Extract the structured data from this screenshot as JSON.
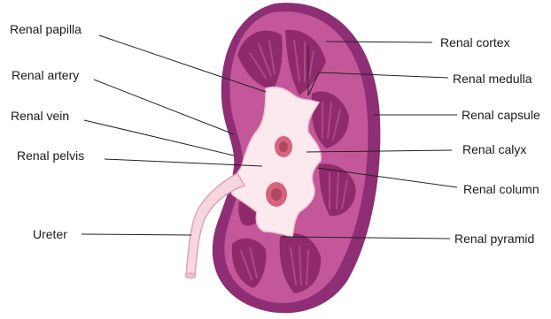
{
  "labels": {
    "renal_papilla": "Renal papilla",
    "renal_artery": "Renal artery",
    "renal_vein": "Renal vein",
    "renal_pelvis": "Renal pelvis",
    "ureter": "Ureter",
    "renal_cortex": "Renal cortex",
    "renal_medulla": "Renal medulla",
    "renal_capsule": "Renal capsule",
    "renal_calyx": "Renal calyx",
    "renal_column": "Renal column",
    "renal_pyramid": "Renal pyramid"
  },
  "colors": {
    "capsule": "#8e2e74",
    "cortex": "#c4569a",
    "pyramid": "#8f2a6c",
    "pyramid_stripe": "#b2458a",
    "pelvis": "#fbe9ee",
    "ureter": "#f7d7df",
    "vessel": "#d6647f",
    "leader_line": "#222222",
    "label_text": "#1a1a1a"
  }
}
